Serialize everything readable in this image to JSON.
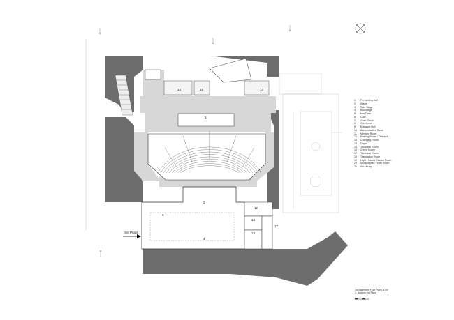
{
  "legend": [
    {
      "num": "1",
      "label": "Performing Hall"
    },
    {
      "num": "2",
      "label": "Stage"
    },
    {
      "num": "3",
      "label": "Side Stage"
    },
    {
      "num": "4",
      "label": "Backstage"
    },
    {
      "num": "5",
      "label": "Info Desk"
    },
    {
      "num": "6",
      "label": "Cafe"
    },
    {
      "num": "7",
      "label": "Coat Check"
    },
    {
      "num": "8",
      "label": "Courtyard"
    },
    {
      "num": "9",
      "label": "Entrance Hall"
    },
    {
      "num": "10",
      "label": "Administrative Room"
    },
    {
      "num": "11",
      "label": "Meeting Room"
    },
    {
      "num": "12",
      "label": "Resting Room / Offstage"
    },
    {
      "num": "13",
      "label": "Changing Room"
    },
    {
      "num": "14",
      "label": "Depot"
    },
    {
      "num": "15",
      "label": "Technical Room"
    },
    {
      "num": "16",
      "label": "Green Room"
    },
    {
      "num": "17",
      "label": "Technical Room"
    },
    {
      "num": "18",
      "label": "Translation Room"
    },
    {
      "num": "19",
      "label": "Light / Sound Control Room"
    },
    {
      "num": "20",
      "label": "Multipurpose Foam Room"
    },
    {
      "num": "21",
      "label": "Art Library"
    }
  ],
  "caption": {
    "line1": "1st Basement Floor Plan (-4.50)",
    "line2": "1. Bodrum Kat Planı"
  },
  "room_labels": {
    "r14a": "14",
    "r15": "15",
    "r14b": "14",
    "r5": "5",
    "r2": "2",
    "r3": "3",
    "r4": "4",
    "r12": "12",
    "r13a": "13",
    "r13b": "13",
    "r17": "17"
  },
  "set_props_label": "Set Props"
}
